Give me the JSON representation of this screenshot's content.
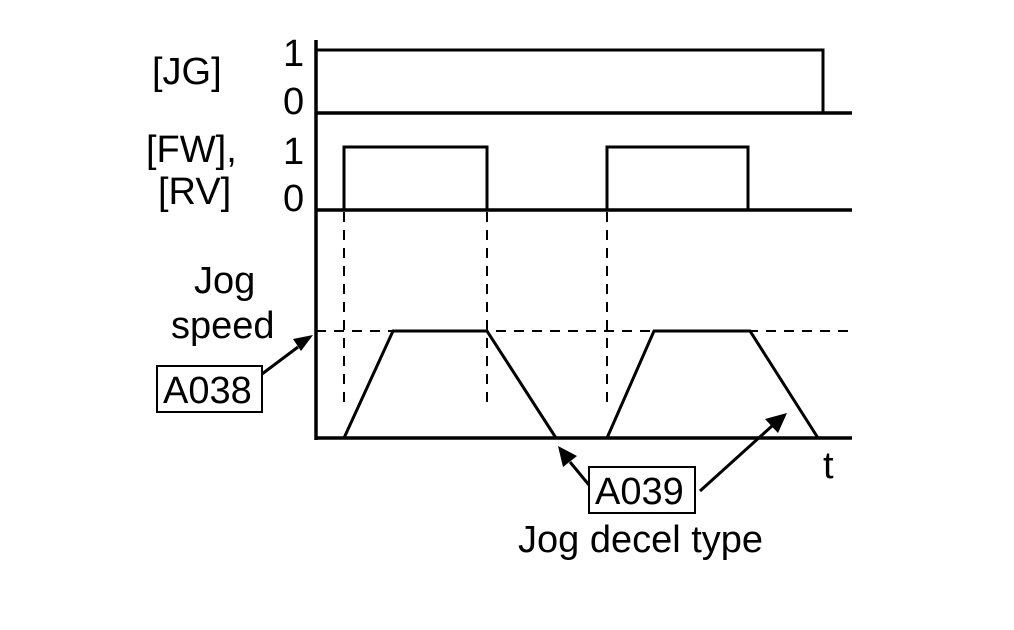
{
  "signals": {
    "jg": {
      "name": "[JG]",
      "high_label": "1",
      "low_label": "0"
    },
    "fw_rv": {
      "name_line1": "[FW],",
      "name_line2": "[RV]",
      "high_label": "1",
      "low_label": "0"
    }
  },
  "speed_plot": {
    "level_label_line1": "Jog",
    "level_label_line2": "speed",
    "time_axis_label": "t"
  },
  "parameters": {
    "jog_speed": {
      "code": "A038"
    },
    "jog_decel": {
      "code": "A039",
      "description": "Jog decel type"
    }
  }
}
